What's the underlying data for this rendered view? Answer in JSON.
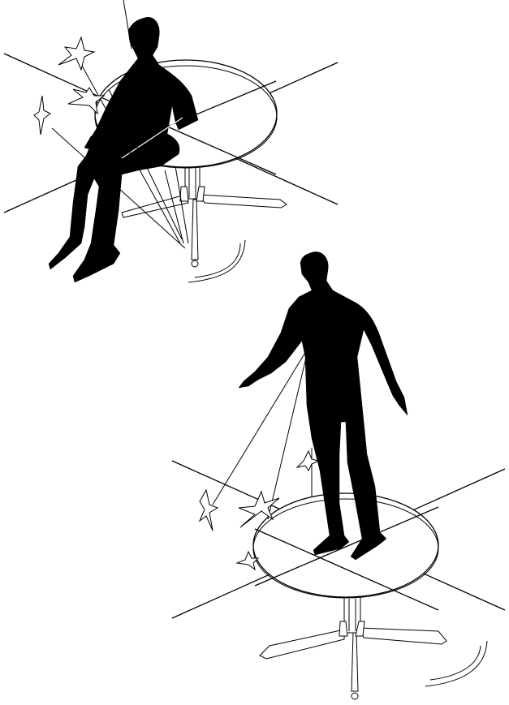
{
  "illustration": {
    "panels": [
      {
        "id": "top",
        "pose": "sitting-on-table"
      },
      {
        "id": "bottom",
        "pose": "standing-on-table"
      }
    ],
    "colors": {
      "ink": "#000000",
      "paper": "#ffffff"
    }
  }
}
